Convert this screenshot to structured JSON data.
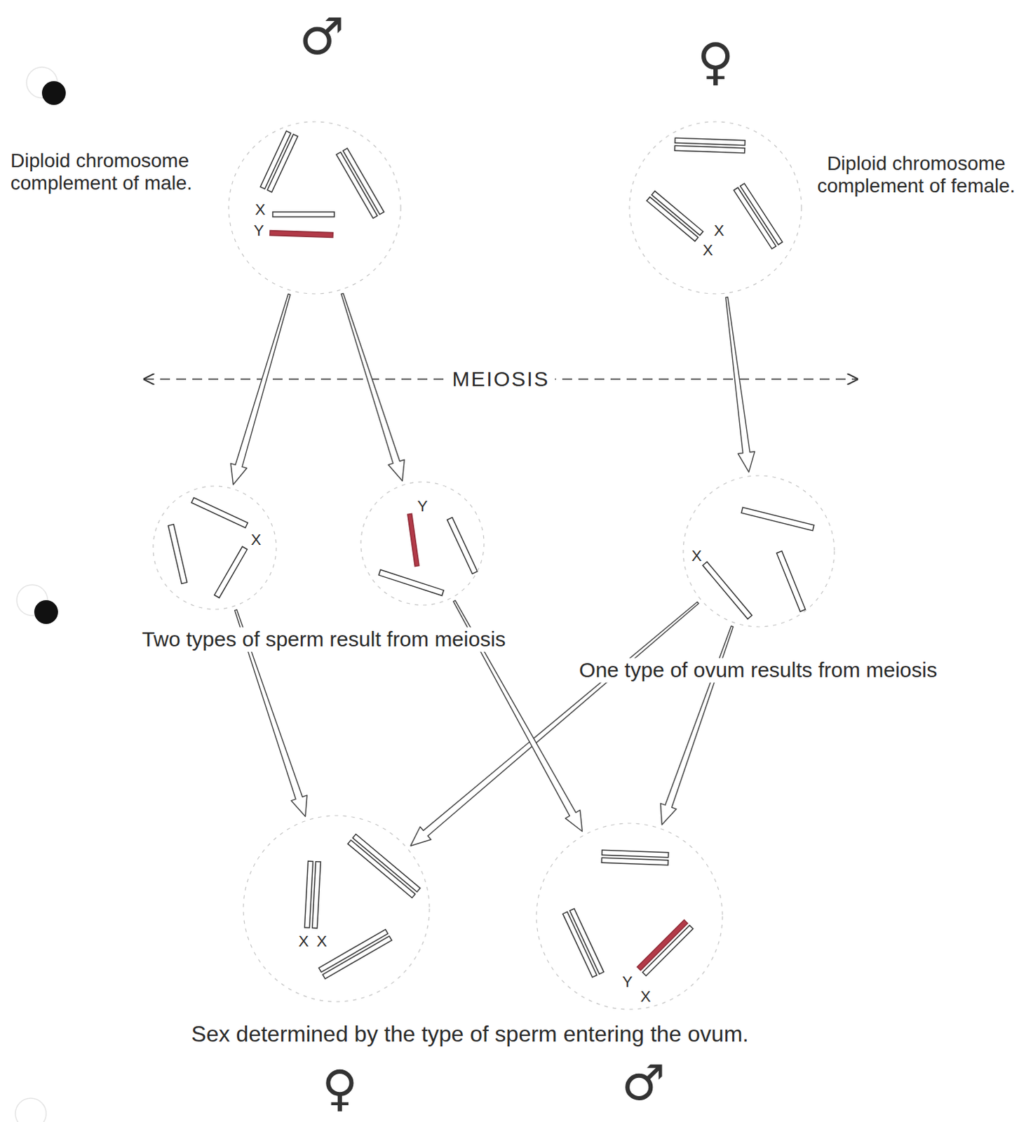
{
  "diagram": {
    "nodes": [
      {
        "text": [
          "Diploid chromosome complement of male.",
          "X",
          "Y"
        ]
      },
      {
        "text": [
          "Diploid chromosome complement of female.",
          "X",
          "X"
        ]
      },
      {
        "text": [
          "X"
        ]
      },
      {
        "text": [
          "Y"
        ]
      },
      {
        "text": [
          "X"
        ]
      },
      {
        "text": [
          "X",
          "X"
        ]
      },
      {
        "text": [
          "Y",
          "X"
        ]
      }
    ],
    "edges": [
      {
        "from": 0,
        "to": 2,
        "arrow": "to"
      },
      {
        "from": 0,
        "to": 3,
        "arrow": "to"
      },
      {
        "from": 1,
        "to": 4,
        "arrow": "to"
      },
      {
        "from": 2,
        "to": 5,
        "arrow": "to"
      },
      {
        "from": 4,
        "to": 5,
        "arrow": "to"
      },
      {
        "from": 3,
        "to": 6,
        "arrow": "to"
      },
      {
        "from": 4,
        "to": 6,
        "arrow": "to"
      }
    ],
    "labels": [
      "♂",
      "♀",
      "MEIOSIS",
      "Two types of sperm result from meiosis",
      "One type of ovum results from meiosis",
      "Sex determined by the type of sperm entering the ovum.",
      "♀",
      "♂"
    ]
  }
}
